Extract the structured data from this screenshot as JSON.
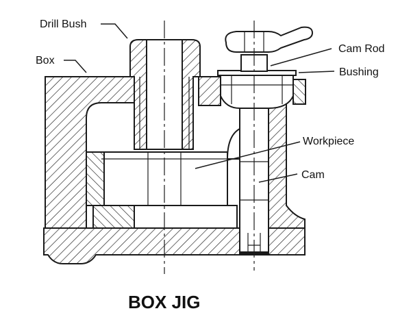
{
  "labels": {
    "drill_bush": "Drill Bush",
    "box": "Box",
    "cam_rod": "Cam Rod",
    "bushing": "Bushing",
    "workpiece": "Workpiece",
    "cam": "Cam"
  },
  "title": "BOX JIG"
}
